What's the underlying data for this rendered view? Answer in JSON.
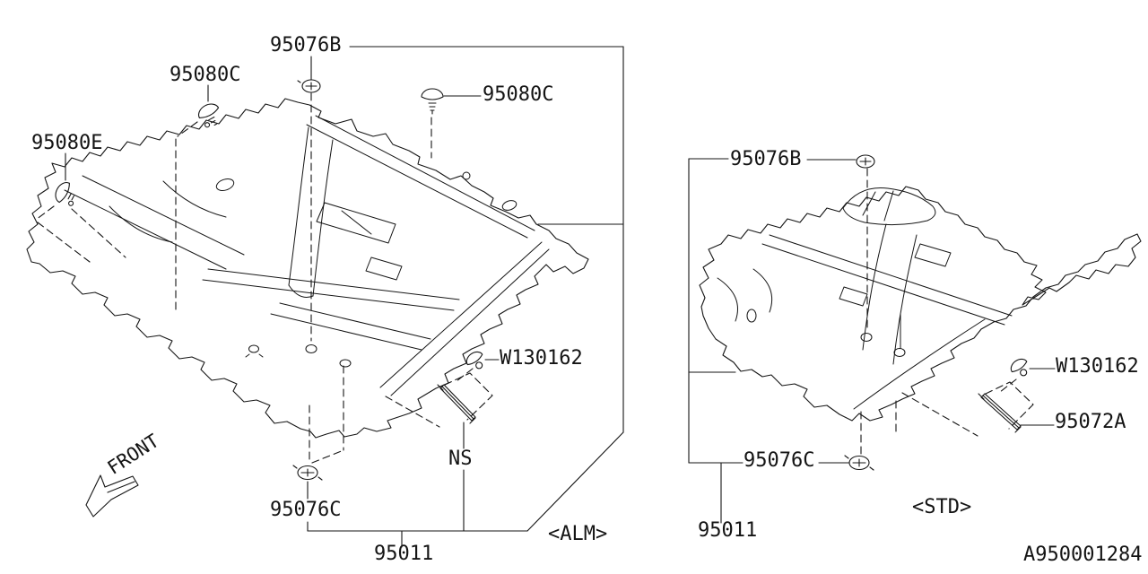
{
  "doc_number": "A950001284",
  "line_color": "#151515",
  "alm_view": {
    "caption": "<ALM>",
    "front_label": "FRONT",
    "labels": {
      "clip_95076b": "95076B",
      "clip_95080c_left": "95080C",
      "clip_95080c_right": "95080C",
      "clip_95080e": "95080E",
      "grommet_w130162": "W130162",
      "ns_marker": "NS",
      "clip_95076c": "95076C",
      "carpet_95011": "95011"
    }
  },
  "std_view": {
    "caption": "<STD>",
    "labels": {
      "clip_95076b": "95076B",
      "grommet_w130162": "W130162",
      "pad_95072a": "95072A",
      "clip_95076c": "95076C",
      "carpet_95011": "95011"
    }
  }
}
